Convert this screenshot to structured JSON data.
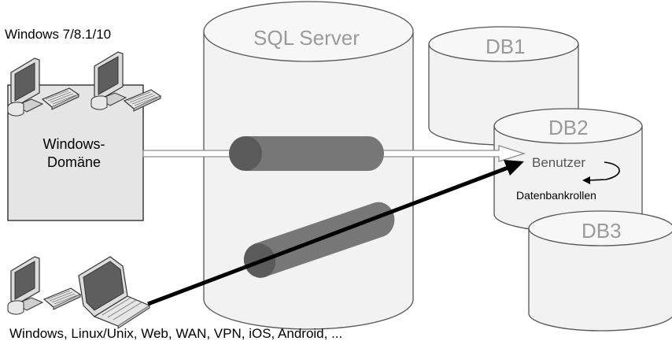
{
  "labels": {
    "windows_versions": "Windows 7/8.1/10",
    "domain": "Windows-\nDomäne",
    "sql_server": "SQL Server",
    "db1": "DB1",
    "db2": "DB2",
    "db3": "DB3",
    "user": "Benutzer",
    "database_roles": "Datenbankrollen",
    "other_clients": "Windows, Linux/Unix, Web, WAN, VPN, iOS, Android, ..."
  },
  "icons": [
    "desktop-computer-icon",
    "keyboard-icon",
    "laptop-computer-icon"
  ],
  "colors": {
    "cylinder_fill": "#f2f2f2",
    "cylinder_stroke": "#555555",
    "cylinder_label": "#9a9a9a",
    "tunnel": "#777777",
    "arrow": "#000000",
    "hollow_arrow": "#8c8c8c"
  }
}
